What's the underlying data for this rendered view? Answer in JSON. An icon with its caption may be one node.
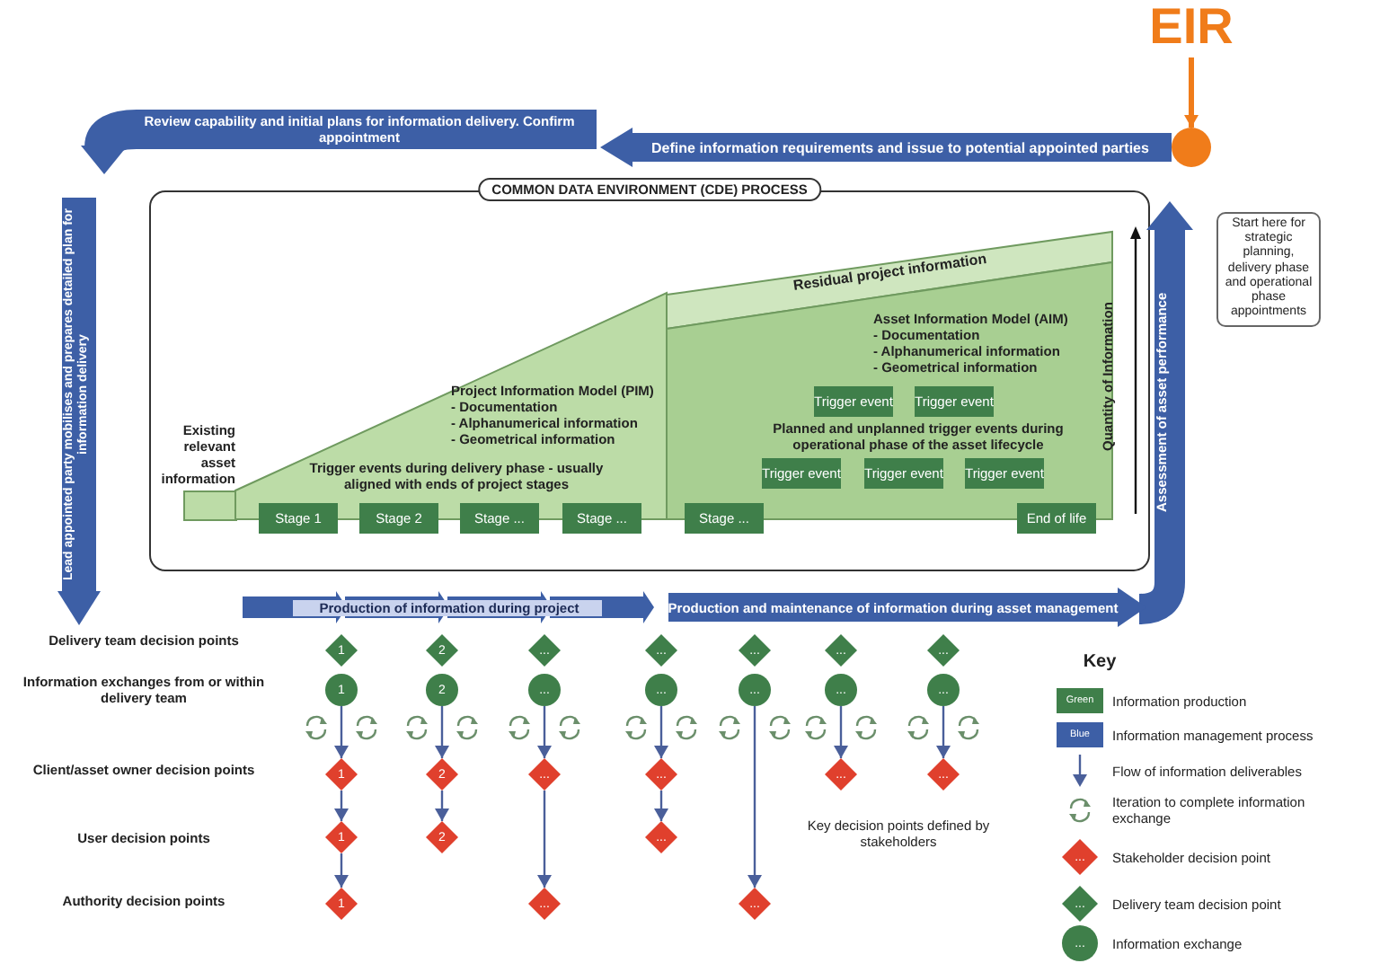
{
  "diagram": {
    "nodes": [
      {
        "text": [
          "EIR"
        ]
      },
      {
        "text": [],
        "shape": "circle"
      },
      {
        "text": [
          "Define information requirements and issue to potential appointed parties"
        ]
      },
      {
        "text": [
          "Review capability and initial plans for information delivery. Confirm appointment"
        ]
      },
      {
        "text": [
          "Lead appointed party mobilises and prepares detailed plan for information delivery"
        ]
      },
      {
        "text": [
          "COMMON DATA ENVIRONMENT (CDE) PROCESS"
        ]
      },
      {
        "text": [
          "Existing relevant asset information"
        ],
        "in": 5
      },
      {
        "text": [
          "Project Information Model (PIM) - Documentation - Alphanumerical information - Geometrical information",
          "Trigger events during delivery phase - usually aligned with ends of project stages"
        ],
        "in": 5
      },
      {
        "text": [
          "Residual project information"
        ],
        "in": 5
      },
      {
        "text": [
          "Asset Information Model (AIM) - Documentation - Alphanumerical information - Geometrical information",
          "Planned and unplanned trigger events during operational phase of the asset lifecycle"
        ],
        "in": 5
      },
      {
        "text": [
          "Stage 1"
        ],
        "in": 7
      },
      {
        "text": [
          "Stage 2"
        ],
        "in": 7
      },
      {
        "text": [
          "Stage ..."
        ],
        "in": 7
      },
      {
        "text": [
          "Stage ..."
        ],
        "in": 7
      },
      {
        "text": [
          "Stage ..."
        ],
        "in": 9
      },
      {
        "text": [
          "End of life"
        ],
        "in": 9
      },
      {
        "text": [
          "Trigger event"
        ],
        "in": 9
      },
      {
        "text": [
          "Trigger event"
        ],
        "in": 9
      },
      {
        "text": [
          "Trigger event"
        ],
        "in": 9
      },
      {
        "text": [
          "Trigger event"
        ],
        "in": 9
      },
      {
        "text": [
          "Trigger event"
        ],
        "in": 9
      },
      {
        "text": [
          "Start here for strategic planning, delivery phase and operational phase appointments"
        ]
      },
      {
        "text": [
          "Assessment of asset performance"
        ]
      },
      {
        "text": [
          "Production of information during project"
        ]
      },
      {
        "text": [
          "Production and maintenance of information during asset management"
        ]
      },
      {
        "text": [
          "1"
        ]
      },
      {
        "text": [
          "2"
        ]
      },
      {
        "text": [
          "..."
        ]
      },
      {
        "text": [
          "..."
        ]
      },
      {
        "text": [
          "..."
        ]
      },
      {
        "text": [
          "..."
        ]
      },
      {
        "text": [
          "..."
        ]
      },
      {
        "text": [
          "1"
        ]
      },
      {
        "text": [
          "2"
        ]
      },
      {
        "text": [
          "..."
        ]
      },
      {
        "text": [
          "..."
        ]
      },
      {
        "text": [
          "..."
        ]
      },
      {
        "text": [
          "..."
        ]
      },
      {
        "text": [
          "..."
        ]
      },
      {
        "text": [
          "1"
        ]
      },
      {
        "text": [
          "2"
        ]
      },
      {
        "text": [
          "..."
        ]
      },
      {
        "text": [
          "..."
        ]
      },
      {
        "text": [
          "..."
        ]
      },
      {
        "text": [
          "..."
        ]
      },
      {
        "text": [
          "1"
        ]
      },
      {
        "text": [
          "2"
        ]
      },
      {
        "text": [
          "..."
        ]
      },
      {
        "text": [
          "1"
        ]
      },
      {
        "text": [
          "..."
        ]
      },
      {
        "text": [
          "..."
        ]
      }
    ],
    "edges": [
      {
        "from": 0,
        "to": 1,
        "arrow": "to",
        "style": "thick",
        "color": "#f07c1a"
      },
      {
        "from": 32,
        "to": 39,
        "arrow": "to"
      },
      {
        "from": 39,
        "to": 45,
        "arrow": "to"
      },
      {
        "from": 45,
        "to": 48,
        "arrow": "to"
      },
      {
        "from": 33,
        "to": 40,
        "arrow": "to"
      },
      {
        "from": 40,
        "to": 46,
        "arrow": "to"
      },
      {
        "from": 34,
        "to": 41,
        "arrow": "to"
      },
      {
        "from": 41,
        "to": 49,
        "arrow": "to"
      },
      {
        "from": 35,
        "to": 42,
        "arrow": "to"
      },
      {
        "from": 42,
        "to": 47,
        "arrow": "to"
      },
      {
        "from": 36,
        "to": 50,
        "arrow": "to"
      },
      {
        "from": 37,
        "to": 43,
        "arrow": "to"
      },
      {
        "from": 38,
        "to": 44,
        "arrow": "to"
      }
    ],
    "labels": [
      "Quantity of Information",
      "Delivery team decision points",
      "Information exchanges from or within delivery team",
      "Client/asset owner decision points",
      "User decision points",
      "Authority decision points",
      "Key decision points defined by stakeholders",
      "Key",
      "Green",
      "Blue",
      "...",
      "...",
      "..."
    ],
    "legend": [
      {
        "text": "Information production",
        "color": "#3f7f4a"
      },
      {
        "text": "Information management process",
        "color": "#3d5fa6"
      },
      {
        "text": "Flow of information deliverables"
      },
      {
        "text": "Iteration to complete information exchange"
      },
      {
        "text": "Stakeholder decision point"
      },
      {
        "text": "Delivery team decision point"
      },
      {
        "text": "Information exchange"
      }
    ]
  }
}
